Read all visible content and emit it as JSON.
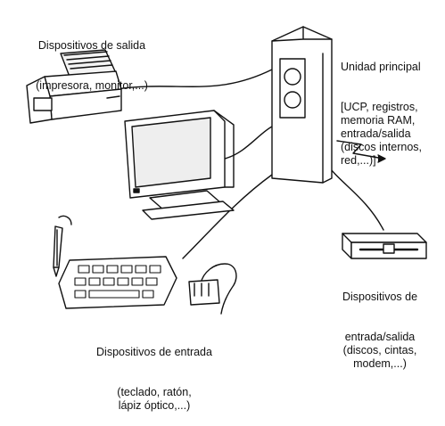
{
  "labels": {
    "output": {
      "title": "Dispositivos de salida",
      "detail": "(impresora, monitor,...)"
    },
    "main_unit": {
      "title": "Unidad principal",
      "detail": "[UCP, registros,\nmemoria RAM,\nentrada/salida\n(discos internos,\nred,...)]"
    },
    "io": {
      "title": "Dispositivos de",
      "detail": "entrada/salida\n(discos, cintas,\nmodem,...)"
    },
    "input": {
      "title": "Dispositivos de entrada",
      "detail": "(teclado, ratón,\nlápiz óptico,...)"
    }
  },
  "icons": [
    "printer-icon",
    "monitor-icon",
    "system-unit-icon",
    "keyboard-icon",
    "mouse-icon",
    "light-pen-icon",
    "tape-drive-icon",
    "network-lightning-icon"
  ],
  "colors": {
    "ink": "#111111",
    "background": "#ffffff"
  }
}
